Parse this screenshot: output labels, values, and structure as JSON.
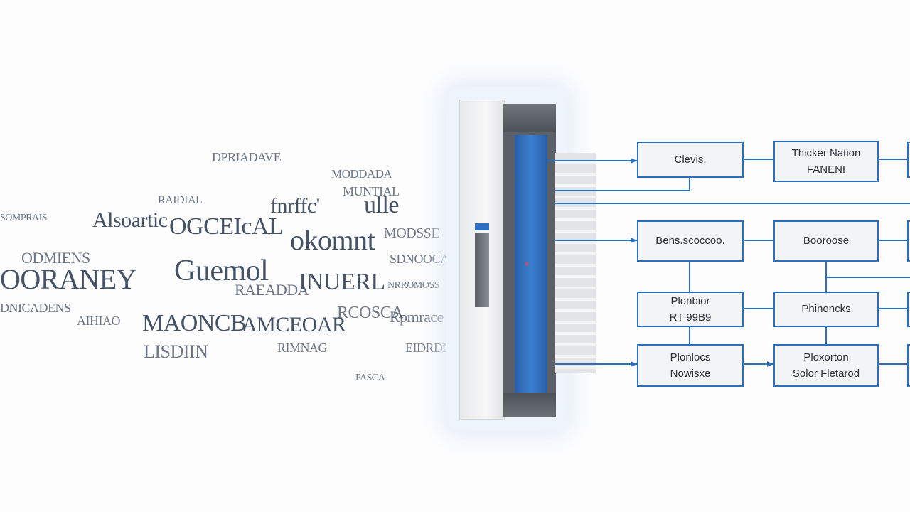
{
  "word_cloud": [
    {
      "text": "DPRIADAVE",
      "size": 18
    },
    {
      "text": "MODDADA",
      "size": 17
    },
    {
      "text": "RAIDIAL",
      "size": 16
    },
    {
      "text": "Alsoartic",
      "size": 30
    },
    {
      "text": "OGCEIcAL",
      "size": 34
    },
    {
      "text": "fnrffc'",
      "size": 30
    },
    {
      "text": "ulle",
      "size": 34
    },
    {
      "text": "okomnt",
      "size": 40
    },
    {
      "text": "OORANEY",
      "size": 40
    },
    {
      "text": "Guemol",
      "size": 42
    },
    {
      "text": "INUERL",
      "size": 34
    },
    {
      "text": "RAEADDA",
      "size": 22
    },
    {
      "text": "MAONCB",
      "size": 34
    },
    {
      "text": "AMCEOAR",
      "size": 30
    },
    {
      "text": "LISDIIN",
      "size": 26
    },
    {
      "text": "RCOSCA",
      "size": 24
    },
    {
      "text": "Rpmrace",
      "size": 22
    },
    {
      "text": "DNICADENS",
      "size": 18
    },
    {
      "text": "SDNOOCA",
      "size": 18
    },
    {
      "text": "ODMIENS",
      "size": 22
    },
    {
      "text": "MODSSE",
      "size": 20
    },
    {
      "text": "AIHIAO",
      "size": 18
    },
    {
      "text": "MUNTIAL",
      "size": 18
    },
    {
      "text": "RIMNAG",
      "size": 18
    },
    {
      "text": "EIDRDNE",
      "size": 18
    },
    {
      "text": "PASCA",
      "size": 14
    },
    {
      "text": "SOMPRAIS",
      "size": 14
    },
    {
      "text": "NRROMOSS",
      "size": 14
    }
  ],
  "flowchart": {
    "nodes": [
      {
        "id": "n1",
        "lines": [
          "Clevis."
        ]
      },
      {
        "id": "n2",
        "lines": [
          "Thicker Nation",
          "FANENI"
        ]
      },
      {
        "id": "n3",
        "lines": [
          "Bens.scoccoo."
        ]
      },
      {
        "id": "n4",
        "lines": [
          "Booroose"
        ]
      },
      {
        "id": "n5",
        "lines": [
          "Plonbior",
          "RT 99B9"
        ]
      },
      {
        "id": "n6",
        "lines": [
          "Phinoncks"
        ]
      },
      {
        "id": "n7",
        "lines": [
          "Plonlocs",
          "Nowisxe"
        ]
      },
      {
        "id": "n8",
        "lines": [
          "Ploxorton",
          "Solor Fletarod"
        ]
      }
    ]
  },
  "colors": {
    "accent": "#2a6fbe",
    "core": "#3a7fd0",
    "frame": "#5b6068",
    "text": "#2b2f36"
  }
}
